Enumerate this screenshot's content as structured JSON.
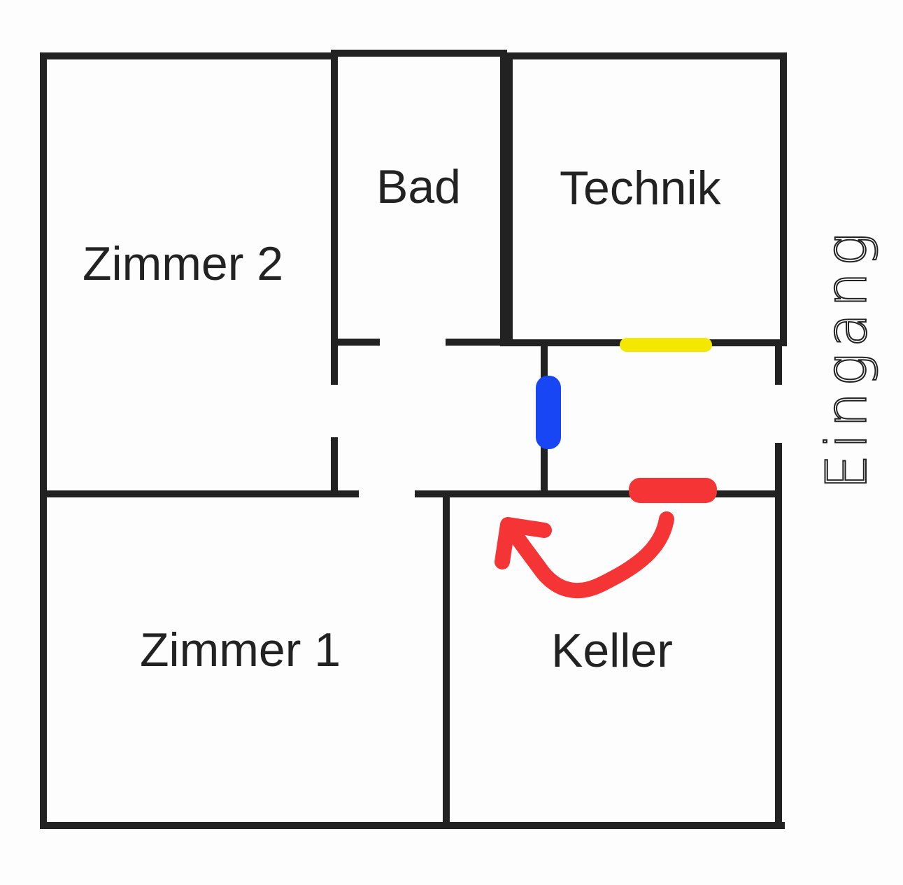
{
  "rooms": {
    "zimmer2": "Zimmer 2",
    "bad": "Bad",
    "technik": "Technik",
    "zimmer1": "Zimmer 1",
    "keller": "Keller"
  },
  "entrance_label": "Eingang",
  "colors": {
    "wall": "#222222",
    "yellow_marker": "#f5e800",
    "blue_marker": "#1846f5",
    "red_marker": "#f53535"
  }
}
